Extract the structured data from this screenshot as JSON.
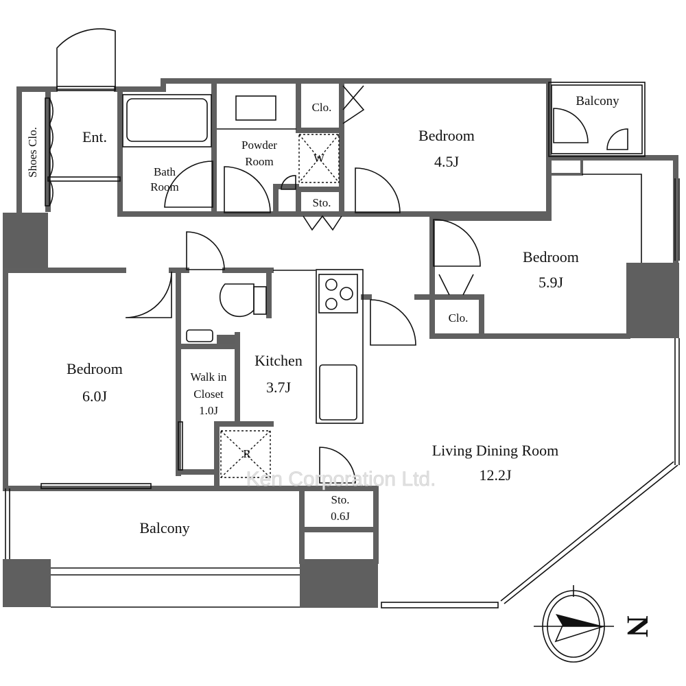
{
  "rooms": {
    "shoes_closet": "Shoes Clo.",
    "entrance": "Ent.",
    "bath_room": [
      "Bath",
      "Room"
    ],
    "powder_room": [
      "Powder",
      "Room"
    ],
    "closet_top": "Clo.",
    "washer": "W",
    "storage_top": "Sto.",
    "bedroom_a": {
      "name": "Bedroom",
      "size": "4.5J"
    },
    "balcony_top": "Balcony",
    "bedroom_b": {
      "name": "Bedroom",
      "size": "5.9J"
    },
    "closet_b": "Clo.",
    "bedroom_c": {
      "name": "Bedroom",
      "size": "6.0J"
    },
    "walk_in_closet": [
      "Walk in",
      "Closet",
      "1.0J"
    ],
    "kitchen": {
      "name": "Kitchen",
      "size": "3.7J"
    },
    "refrigerator": "R",
    "living_dining": {
      "name": "Living Dining Room",
      "size": "12.2J"
    },
    "storage_ldk": {
      "name": "Sto.",
      "size": "0.6J"
    },
    "balcony_bottom": "Balcony"
  },
  "watermark": "Ken Corporation Ltd.",
  "compass": {
    "label": "N"
  },
  "colors": {
    "wall": "#606060",
    "line": "#111111"
  }
}
